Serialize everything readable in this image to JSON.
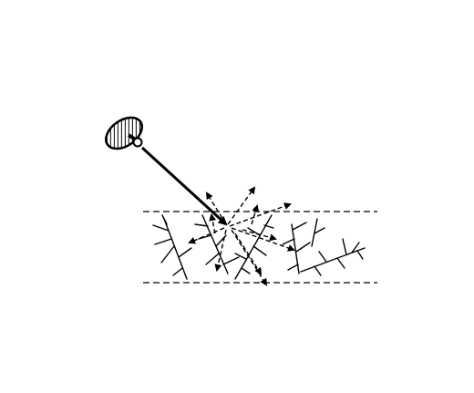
{
  "figure": {
    "background": "#ffffff",
    "ink": "#000000",
    "elements": [
      {
        "name": "light-source-icon",
        "kind": "lamp with hatched lens"
      },
      {
        "name": "incident-beam-arrow",
        "kind": "solid arrow"
      },
      {
        "name": "layer-boundaries",
        "kind": "two dashed lines"
      },
      {
        "name": "scattering-branches",
        "kind": "dendritic branch structures"
      },
      {
        "name": "scattered-ray-arrows",
        "kind": "dashed arrows"
      }
    ]
  }
}
